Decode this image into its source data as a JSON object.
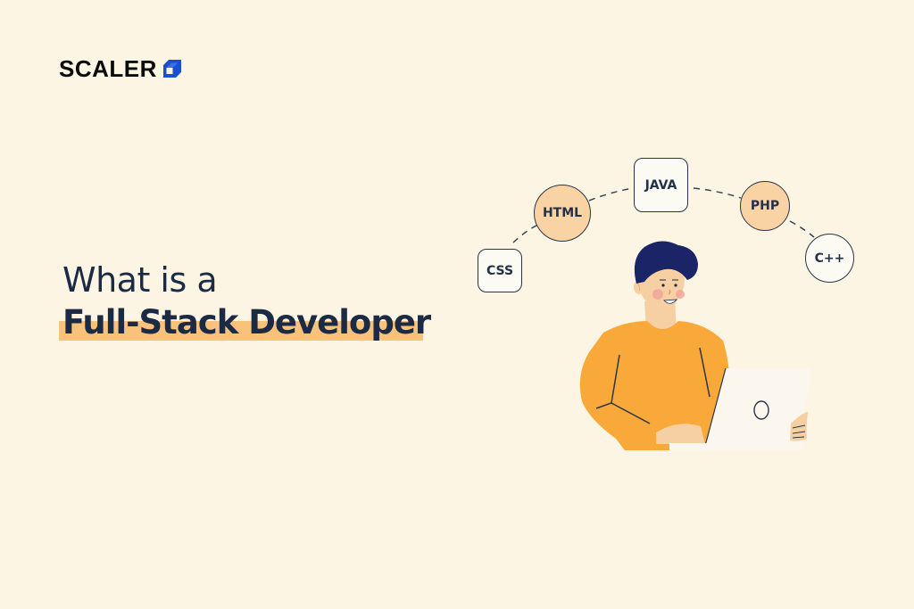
{
  "brand": {
    "name": "SCALER",
    "logo_icon": "scaler-cube-icon",
    "logo_color": "#1a4fd0"
  },
  "headline": {
    "line1": "What is a",
    "line2": "Full-Stack Developer",
    "text_color": "#1b2a45",
    "highlight_color": "#f9c27a"
  },
  "illustration": {
    "badges": [
      {
        "label": "CSS",
        "shape": "rounded-square",
        "fill": "#fbfaf3"
      },
      {
        "label": "HTML",
        "shape": "circle",
        "fill": "#fad3a4"
      },
      {
        "label": "JAVA",
        "shape": "rounded-square",
        "fill": "#fbfaf3"
      },
      {
        "label": "PHP",
        "shape": "circle",
        "fill": "#fad3a4"
      },
      {
        "label": "C++",
        "shape": "circle",
        "fill": "#fbfaf3"
      }
    ],
    "figure": "developer-with-laptop",
    "shirt_color": "#f9a83a",
    "hair_color": "#1a2466"
  },
  "colors": {
    "background": "#fdf5e4"
  }
}
